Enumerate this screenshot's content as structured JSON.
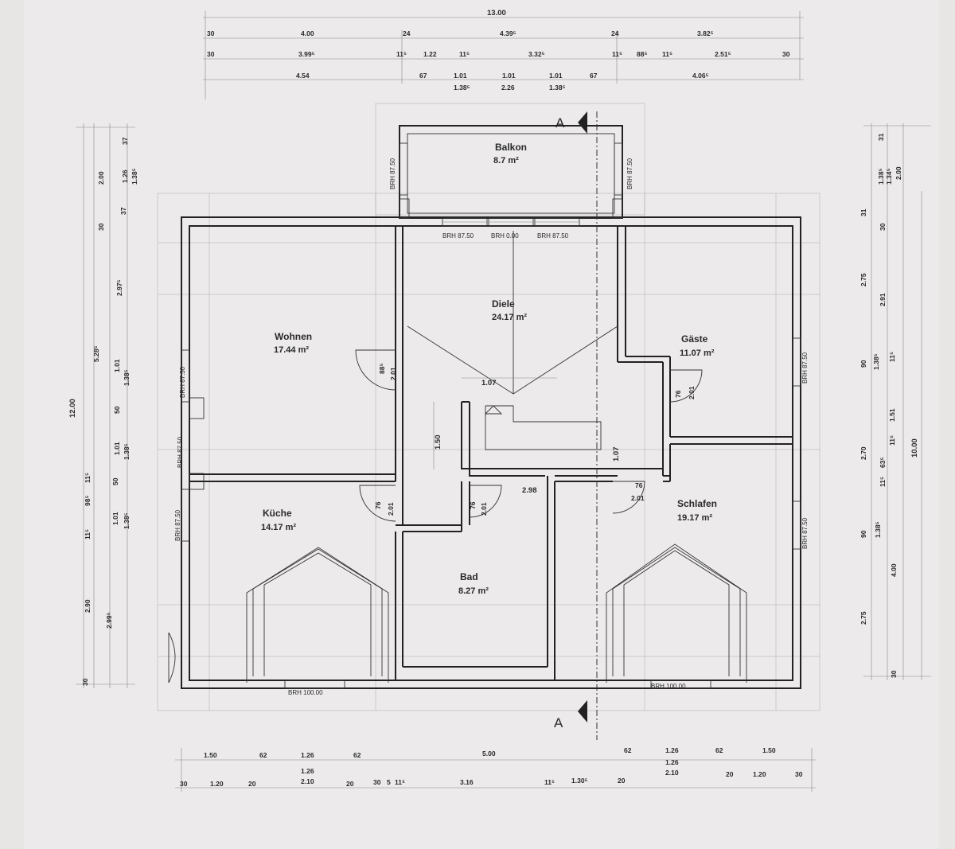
{
  "rooms": {
    "balkon": {
      "name": "Balkon",
      "area": "8.7 m²"
    },
    "diele": {
      "name": "Diele",
      "area": "24.17 m²"
    },
    "wohnen": {
      "name": "Wohnen",
      "area": "17.44 m²"
    },
    "gaeste": {
      "name": "Gäste",
      "area": "11.07 m²"
    },
    "kueche": {
      "name": "Küche",
      "area": "14.17 m²"
    },
    "bad": {
      "name": "Bad",
      "area": "8.27 m²"
    },
    "schlafen": {
      "name": "Schlafen",
      "area": "19.17 m²"
    }
  },
  "section_marker": "A",
  "window_labels": {
    "brh_8750": "BRH 87.50",
    "brh_000": "BRH 0.00",
    "brh_10000": "BRH 100.00"
  },
  "dims_top": {
    "row0": [
      "13.00"
    ],
    "row1": [
      "30",
      "4.00",
      "24",
      "4.39⁵",
      "24",
      "3.82⁵"
    ],
    "row2": [
      "30",
      "3.99⁵",
      "11⁵",
      "1.22",
      "11⁵",
      "3.32⁵",
      "11⁵",
      "88⁵",
      "11⁵",
      "2.51⁵",
      "30"
    ],
    "row3": [
      "4.54",
      "67",
      "1.01",
      "1.01",
      "1.01",
      "67",
      "4.06⁵"
    ],
    "row3b": [
      "1.38⁵",
      "2.26",
      "1.38⁵"
    ]
  },
  "dims_bottom": {
    "row1": [
      "1.50",
      "62",
      "1.26",
      "62",
      "5.00",
      "62",
      "1.26",
      "62",
      "1.50"
    ],
    "row1b": [
      "1.26",
      "1.26"
    ],
    "row2": [
      "30",
      "1.20",
      "20",
      "2.10",
      "20",
      "30",
      "5",
      "11⁵",
      "3.16",
      "11⁵",
      "1.30⁵",
      "20",
      "2.10",
      "20",
      "1.20",
      "30"
    ]
  },
  "dims_left": {
    "total": "12.00",
    "mid": [
      "5.28⁵",
      "2.90"
    ],
    "seg": [
      "2.00",
      "30",
      "2.97⁵",
      "1.01",
      "50",
      "1.01",
      "50",
      "1.01",
      "2.99⁵",
      "30",
      "37",
      "1.26",
      "1.38⁵",
      "1.38⁵",
      "1.38⁵",
      "1.38⁵",
      "11⁵",
      "98⁵",
      "11⁵",
      "37"
    ]
  },
  "dims_right": {
    "total": "10.00",
    "seg": [
      "1.38⁵",
      "1.34⁵",
      "2.00",
      "31",
      "31",
      "30",
      "2.75",
      "2.91",
      "90",
      "1.38⁵",
      "11⁵",
      "2.70",
      "63⁵",
      "11⁵",
      "1.51",
      "11⁵",
      "90",
      "1.38⁵",
      "4.00",
      "2.75",
      "30"
    ]
  },
  "interior_dims": {
    "door_88": "88⁵",
    "door_201": "2.01",
    "width_107": "1.07",
    "len_150": "1.50",
    "door_76": "76",
    "len_298": "2.98",
    "h_107": "1.07"
  }
}
